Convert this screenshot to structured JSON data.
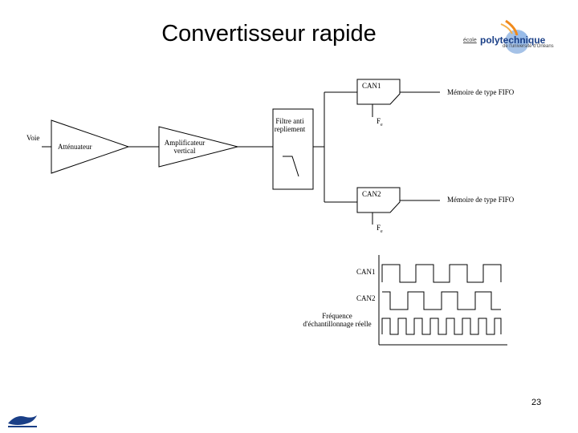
{
  "slide": {
    "title": "Convertisseur rapide",
    "page_number": "23"
  },
  "logo": {
    "ecole": "école",
    "name": "polytechnique",
    "subtitle": "de l'université d'Orléans"
  },
  "diagram": {
    "voie": "Voie",
    "attenuateur": "Atténuateur",
    "amplificateur": "Amplificateur vertical",
    "filtre": "Filtre anti repliement",
    "can1": "CAN1",
    "can2": "CAN2",
    "fe_base": "F",
    "fe_sub": "e",
    "memoire1": "Mémoire de type FIFO",
    "memoire2": "Mémoire de type FIFO"
  },
  "timing": {
    "can1": "CAN1",
    "can2": "CAN2",
    "frequence": "Fréquence d'échantillonnage réelle"
  },
  "colors": {
    "line": "#000000",
    "logo_blue": "#1a3f87",
    "logo_orange": "#f08a1c"
  }
}
